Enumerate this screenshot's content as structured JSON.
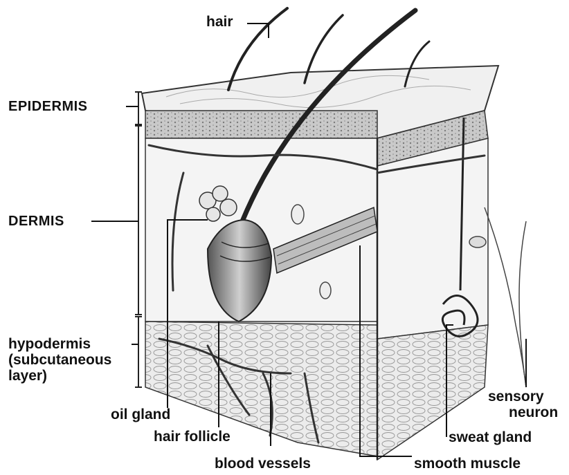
{
  "diagram": {
    "labels": {
      "hair": "hair",
      "epidermis": "EPIDERMIS",
      "dermis": "DERMIS",
      "hypodermis_line1": "hypodermis",
      "hypodermis_line2": "(subcutaneous",
      "hypodermis_line3": "layer)",
      "oil_gland": "oil gland",
      "hair_follicle": "hair follicle",
      "blood_vessels": "blood vessels",
      "sensory_neuron_line1": "sensory",
      "sensory_neuron_line2": "neuron",
      "sweat_gland": "sweat gland",
      "smooth_muscle": "smooth muscle"
    },
    "colors": {
      "ink": "#111111",
      "skin_light": "#f2f2f2",
      "skin_mid": "#d6d6d6",
      "skin_dark": "#8a8a8a",
      "background": "#ffffff"
    }
  }
}
